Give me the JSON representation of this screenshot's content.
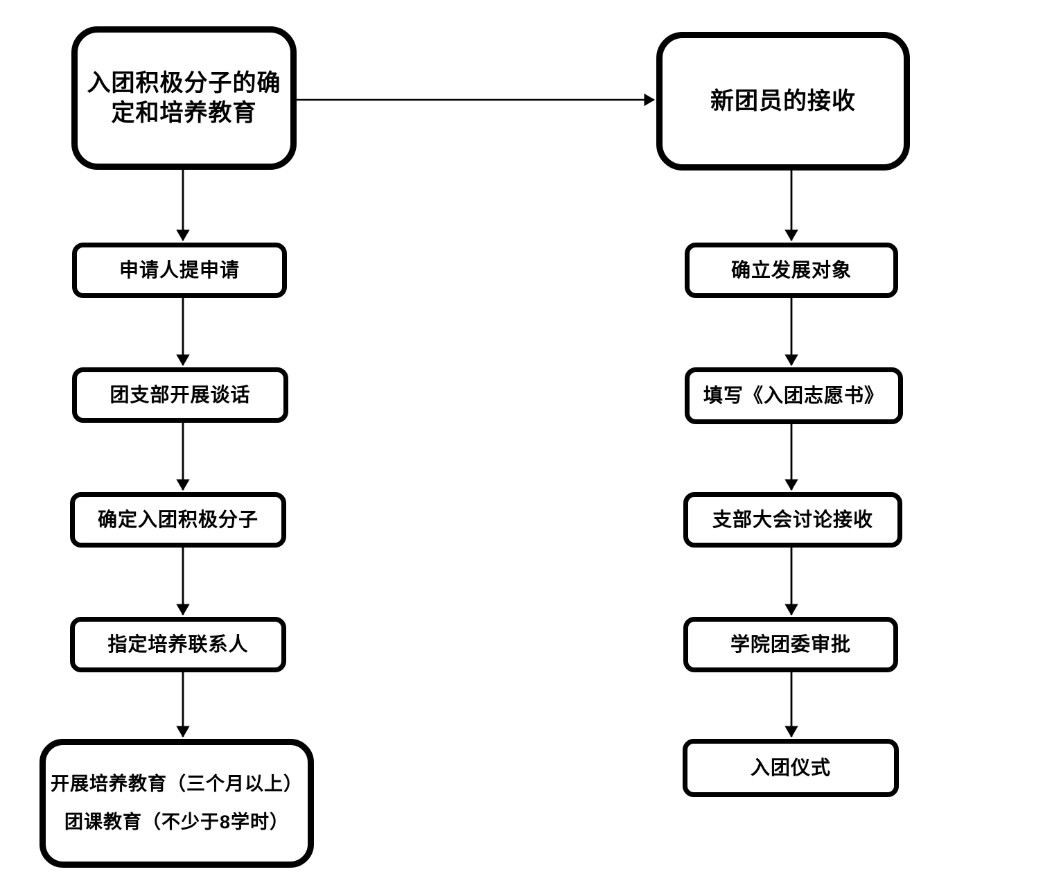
{
  "flowchart": {
    "colors": {
      "background": "#ffffff",
      "box_border": "#000000",
      "box_fill": "#ffffff",
      "text": "#000000",
      "arrow": "#000000"
    },
    "left": {
      "header": "入团积极分子的确\n定和培养教育",
      "steps": [
        "申请人提申请",
        "团支部开展谈话",
        "确定入团积极分子",
        "指定培养联系人"
      ],
      "footer": "开展培养教育（三个月以上）\n团课教育（不少于8学时）"
    },
    "right": {
      "header": "新团员的接收",
      "steps": [
        "确立发展对象",
        "填写《入团志愿书》",
        "支部大会讨论接收",
        "学院团委审批",
        "入团仪式"
      ]
    }
  }
}
